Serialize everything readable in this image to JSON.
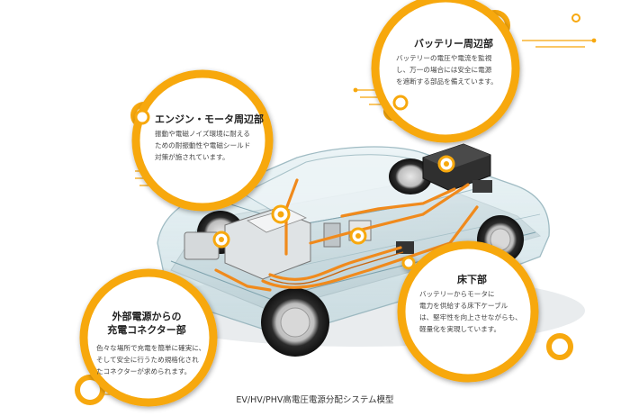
{
  "callouts": {
    "battery": {
      "title": "バッテリー周辺部",
      "body": "バッテリーの電圧や電流を監視\nし、万一の場合には安全に電源\nを遮断する部品を備えています。"
    },
    "engine_motor": {
      "title": "エンジン・モータ周辺部",
      "body": "振動や電磁ノイズ環境に耐える\nための耐振動性や電磁シールド\n対策が施されています。"
    },
    "underfloor": {
      "title": "床下部",
      "body": "バッテリーからモータに\n電力を供給する床下ケーブル\nは、堅牢性を向上させながらも、\n軽量化を実現しています。"
    },
    "charging": {
      "title": "外部電源からの\n充電コネクター部",
      "body": "色々な場所で充電を簡単に確実に、\nそして安全に行うため規格化され\nたコネクターが求められます。"
    }
  },
  "caption": "EV/HV/PHV高電圧電源分配システム模型",
  "colors": {
    "accent_orange": "#F7A80E",
    "cable_orange": "#F08A1C",
    "bubble_fill": "#FFFFFF",
    "glass_tint": "#CFE3E8"
  }
}
